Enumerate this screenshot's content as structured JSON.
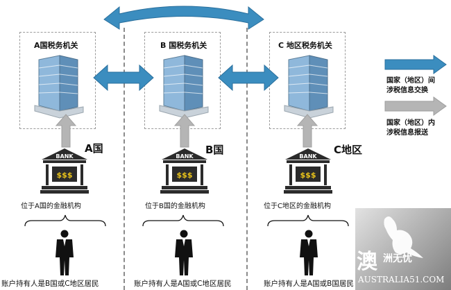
{
  "authorities": [
    {
      "name": "A国税务机关"
    },
    {
      "name": "B 国税务机关"
    },
    {
      "name": "C 地区税务机关"
    }
  ],
  "countries": [
    "A国",
    "B国",
    "C地区"
  ],
  "bank_sign": "BANK",
  "bank_money": "$$$",
  "institutions": [
    "位于A国的金融机构",
    "位于B国的金融机构",
    "位于C地区的金融机构"
  ],
  "account_holders": [
    "账户持有人是B国或C地区居民",
    "账户持有人是A国或C地区居民",
    "账户持有人是A国或B国居民"
  ],
  "legend": {
    "exchange": {
      "line1": "国家（地区）间",
      "line2": "涉税信息交换",
      "color": "#3b8dbf"
    },
    "report": {
      "line1": "国家（地区）内",
      "line2": "涉税信息报送",
      "color": "#b5b5b5"
    }
  },
  "watermark": {
    "big": "澳",
    "small": "洲无忧",
    "url": "AUSTRALIA51.COM"
  }
}
